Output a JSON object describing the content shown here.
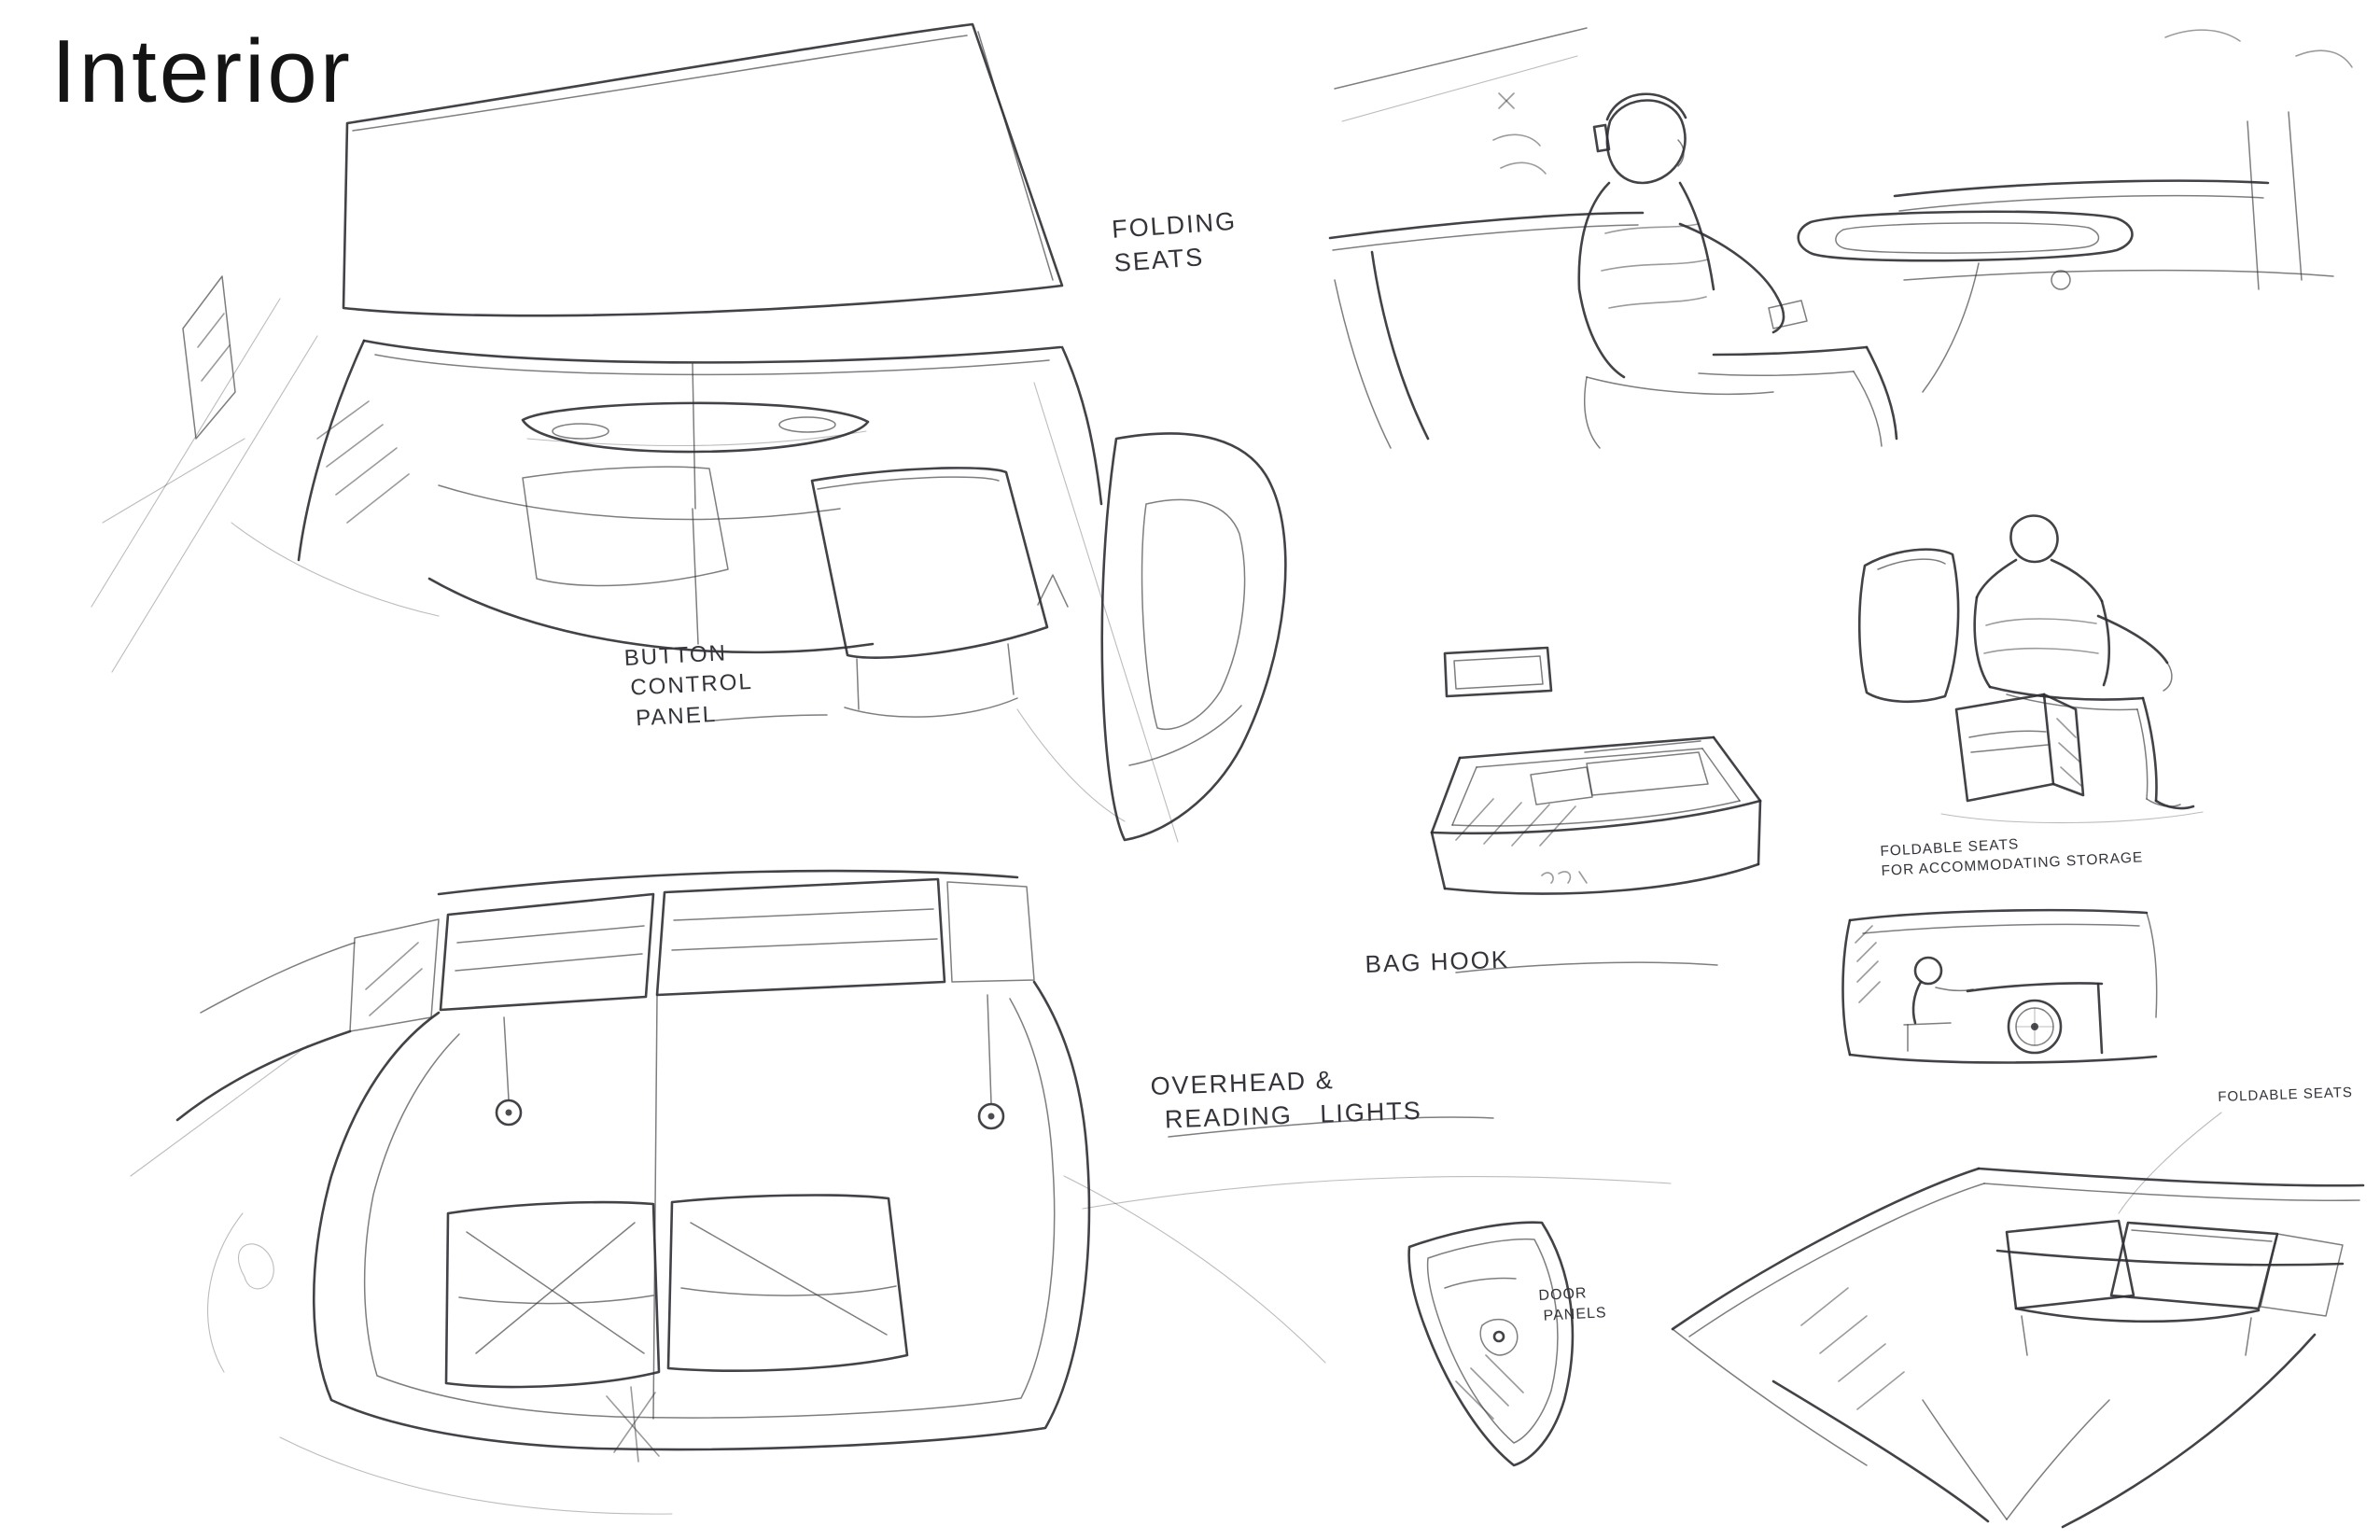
{
  "page": {
    "title": "Interior"
  },
  "colors": {
    "ink": "#2e2e33",
    "label_ink": "#33333a",
    "background": "#ffffff"
  },
  "annotations": {
    "folding_seats": {
      "line1": "FOLDING",
      "line2": "SEATS"
    },
    "button_control_panel": {
      "line1": "BUTTON",
      "line2": "CONTROL",
      "line3": "PANEL"
    },
    "bag_hook": {
      "line1": "BAG HOOK"
    },
    "overhead_reading_lights": {
      "line1": "OVERHEAD &",
      "line2": "READING LIGHTS"
    },
    "foldable_seats_storage": {
      "line1": "FOLDABLE SEATS",
      "line2": "FOR ACCOMMODATING STORAGE"
    },
    "door_panels": {
      "line1": "DOOR",
      "line2": "PANELS"
    },
    "foldable_seats": {
      "line1": "FOLDABLE SEATS"
    }
  }
}
